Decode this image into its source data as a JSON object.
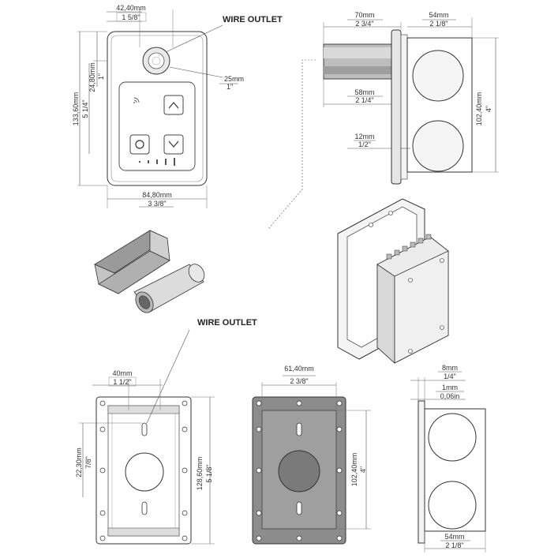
{
  "labels": {
    "wire_outlet_top": "WIRE OUTLET",
    "wire_outlet_bottom": "WIRE OUTLET"
  },
  "front_view": {
    "outlet_width_mm": "42,40mm",
    "outlet_width_in": "1 5/8\"",
    "outlet_height_mm": "24,80mm",
    "outlet_height_in": "1\"",
    "diameter_mm": "25mm",
    "diameter_in": "1\"",
    "height_mm": "133,60mm",
    "height_in": "5 1/4\"",
    "width_mm": "84,80mm",
    "width_in": "3 3/8\""
  },
  "side_view": {
    "pipe_length_mm": "70mm",
    "pipe_length_in": "2 3/4\"",
    "box_depth_mm": "54mm",
    "box_depth_in": "2 1/8\"",
    "pipe_inner_mm": "58mm",
    "pipe_inner_in": "2 1/4\"",
    "flange_mm": "12mm",
    "flange_in": "1/2\"",
    "box_height_mm": "102,40mm",
    "box_height_in": "4\""
  },
  "frame_view": {
    "slot_width_mm": "40mm",
    "slot_width_in": "1 1/2\"",
    "slot_height_mm": "22,30mm",
    "slot_height_in": "7/8\"",
    "height_mm": "128,60mm",
    "height_in": "5 1/8\""
  },
  "box_front_view": {
    "width_mm": "61,40mm",
    "width_in": "2 3/8\"",
    "height_mm": "102,40mm",
    "height_in": "4\""
  },
  "box_side_view": {
    "flange_mm": "8mm",
    "flange_in": "1/4\"",
    "sheet_mm": "1mm",
    "sheet_in": "0,06in",
    "depth_mm": "54mm",
    "depth_in": "2 1/8\""
  },
  "icons": {
    "wifi": "wifi-icon",
    "up": "chevron-up-icon",
    "down": "chevron-down-icon",
    "power": "power-icon"
  }
}
